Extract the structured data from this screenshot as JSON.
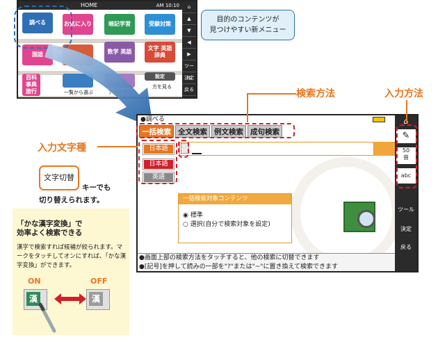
{
  "home": {
    "title": "HOME",
    "clock": "AM 10:10",
    "tiles": [
      "調べる",
      "お気に入り",
      "暗記学習",
      "受験対策",
      "国語",
      "",
      "数学\n英語",
      "文字\n英語\n辞典",
      "百科\n事典\n旅行",
      "",
      "",
      "設定"
    ],
    "tile_labels": [
      "一覧から選ぶ",
      "アクセサリ",
      "方を見る"
    ],
    "side_buttons": [
      "▲",
      "▼",
      "◀",
      "▶",
      "ツール",
      "決定",
      "戻る"
    ]
  },
  "callout": {
    "line1": "目的のコンテンツが",
    "line2": "見つけやすい新メニュー"
  },
  "labels": {
    "search_method": "検索方法",
    "input_method": "入力方法",
    "input_charset": "入力文字種",
    "key_hint_1": "キーでも",
    "key_hint_2": "切り替えられます。"
  },
  "key": {
    "label": "文字切替"
  },
  "screen": {
    "title": "●調べる",
    "tabs": [
      "一括検索",
      "全文検索",
      "例文検索",
      "成句検索"
    ],
    "languages": [
      "日本語",
      "日本語",
      "英語"
    ],
    "input_value": "",
    "panel": {
      "header": "一括検索対象コンテンツ",
      "options": [
        "◉ 標準",
        "○ 選択(自分で検索対象を設定)"
      ]
    },
    "status_1": "●画面上部の検索方法をタッチすると、他の検索に切替できます",
    "status_2": "●[記号]を押して読みの一部を\"?\"または\"~\"に置き換えて検索できます",
    "side": {
      "pen": "✎",
      "kana": "50\n音",
      "abc": "abc",
      "tool": "ツール",
      "enter": "決定",
      "back": "戻る"
    }
  },
  "tip": {
    "title_1": "「かな漢字変換」で",
    "title_2": "効率よく検索できる",
    "body": "漢字で検索すれば候補が絞られます。マークをタッチしてオンにすれば、「かな漢字変換」ができます。",
    "on": "ON",
    "off": "OFF",
    "kanji": "漢"
  },
  "colors": {
    "accent": "#e8761f",
    "dash": "#d0202a",
    "blue": "#2b6fb3"
  }
}
